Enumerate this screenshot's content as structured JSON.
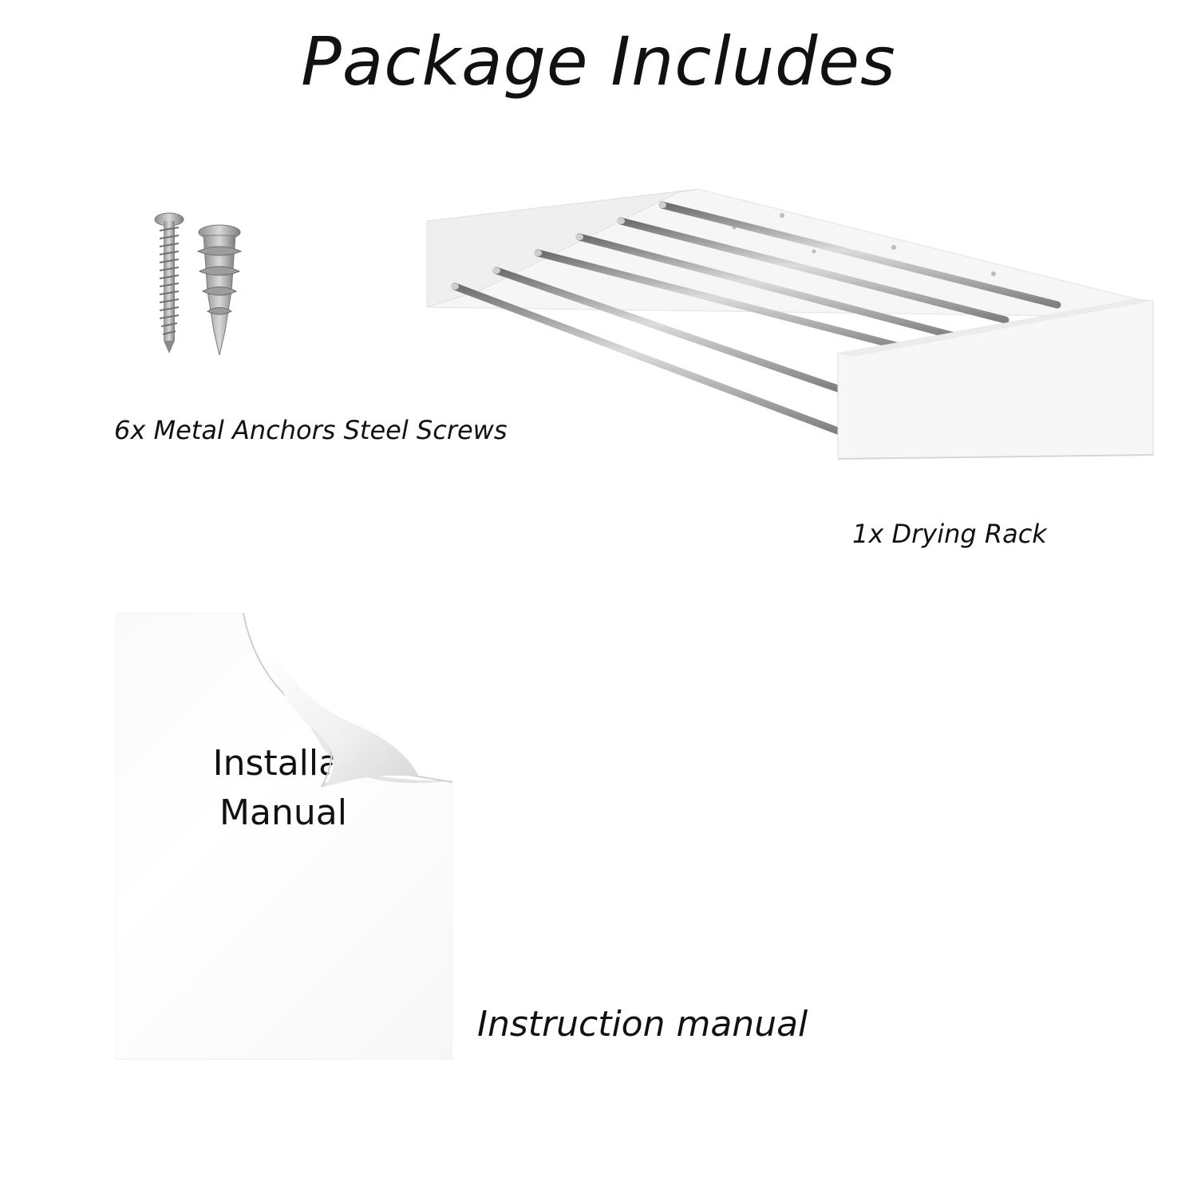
{
  "title": "Package Includes",
  "items": {
    "hardware": {
      "caption": "6x Metal Anchors Steel Screws",
      "icon": "screw-and-anchor-icon"
    },
    "rack": {
      "caption": "1x Drying Rack",
      "icon": "drying-rack-icon",
      "rod_count": 6
    },
    "manual": {
      "caption": "Instruction manual",
      "cover_line1": "Installat",
      "cover_line2": "Manual",
      "icon": "manual-cover-icon"
    }
  },
  "colors": {
    "text": "#111111",
    "background": "#ffffff",
    "metal": "#a9a9a9",
    "rack_white": "#f4f4f4"
  }
}
